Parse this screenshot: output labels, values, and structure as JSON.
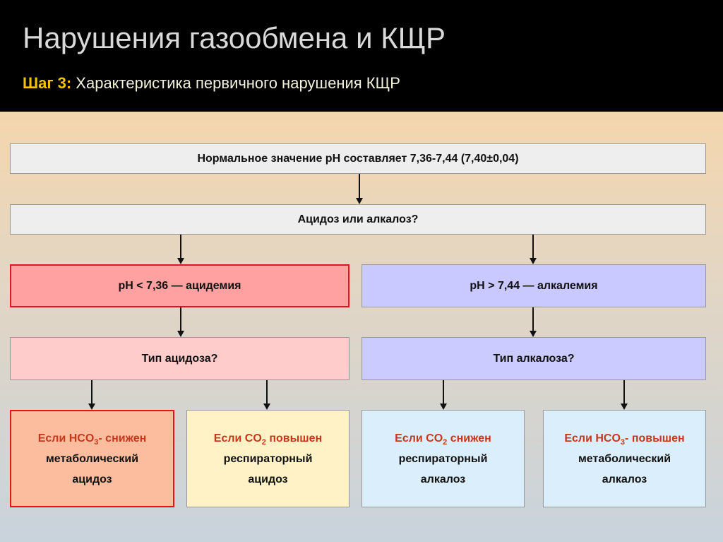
{
  "header": {
    "title": "Нарушения газообмена и КЩР",
    "step_label": "Шаг 3:",
    "step_text": " Характеристика первичного нарушения КЩР"
  },
  "flow": {
    "normal": "Нормальное значение pH составляет 7,36-7,44 (7,40±0,04)",
    "question": "Ацидоз или алкалоз?",
    "acidemia": "pH < 7,36 — ацидемия",
    "alkalemia": "pH > 7,44 — алкалемия",
    "acid_type": "Тип ацидоза?",
    "alk_type": "Тип алкалоза?",
    "met_acid": {
      "c1": "Если HCO",
      "sub": "3",
      "c2": "- снижен",
      "l1": "метаболический",
      "l2": "ацидоз"
    },
    "resp_acid": {
      "c1": "Если CO",
      "sub": "2",
      "c2": " повышен",
      "l1": "респираторный",
      "l2": "ацидоз"
    },
    "resp_alk": {
      "c1": "Если CO",
      "sub": "2",
      "c2": " снижен",
      "l1": "респираторный",
      "l2": "алкалоз"
    },
    "met_alk": {
      "c1": "Если HCO",
      "sub": "3",
      "c2": "- повышен",
      "l1": "метаболический",
      "l2": "алкалоз"
    }
  }
}
